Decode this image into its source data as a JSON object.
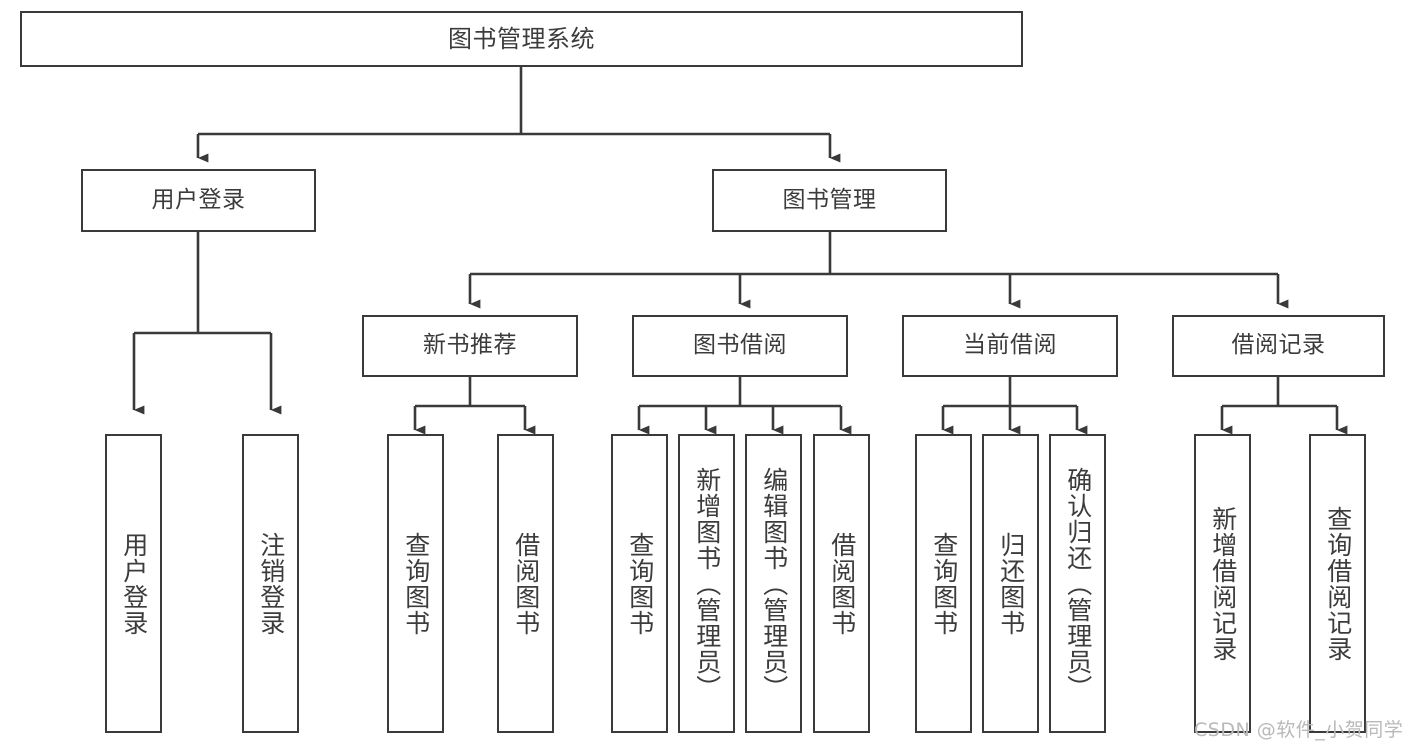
{
  "diagram": {
    "type": "tree-hierarchy",
    "title": "图书管理系统",
    "orientation": "top-down",
    "colors": {
      "box_border": "#3a3a3a",
      "box_fill": "#ffffff",
      "connector": "#3a3a3a",
      "text": "#3c3c3c",
      "watermark": "#b9b9b9",
      "background": "#ffffff"
    },
    "root": {
      "label": "图书管理系统"
    },
    "level2": [
      {
        "id": "user-login",
        "label": "用户登录"
      },
      {
        "id": "book-management",
        "label": "图书管理"
      }
    ],
    "level3": [
      {
        "id": "new-book-recommend",
        "label": "新书推荐",
        "parent": "book-management"
      },
      {
        "id": "book-borrow",
        "label": "图书借阅",
        "parent": "book-management"
      },
      {
        "id": "current-borrow",
        "label": "当前借阅",
        "parent": "book-management"
      },
      {
        "id": "borrow-record",
        "label": "借阅记录",
        "parent": "book-management"
      }
    ],
    "leaves": [
      {
        "id": "leaf-user-login",
        "label": "用户登录",
        "parent": "user-login"
      },
      {
        "id": "leaf-logout-login",
        "label": "注销登录",
        "parent": "user-login"
      },
      {
        "id": "leaf-query-book-1",
        "label": "查询图书",
        "parent": "new-book-recommend"
      },
      {
        "id": "leaf-borrow-book-1",
        "label": "借阅图书",
        "parent": "new-book-recommend"
      },
      {
        "id": "leaf-query-book-2",
        "label": "查询图书",
        "parent": "book-borrow"
      },
      {
        "id": "leaf-add-book",
        "label": "新增图书（管理员）",
        "parent": "book-borrow"
      },
      {
        "id": "leaf-edit-book",
        "label": "编辑图书（管理员）",
        "parent": "book-borrow"
      },
      {
        "id": "leaf-borrow-book-2",
        "label": "借阅图书",
        "parent": "book-borrow"
      },
      {
        "id": "leaf-query-book-3",
        "label": "查询图书",
        "parent": "current-borrow"
      },
      {
        "id": "leaf-return-book",
        "label": "归还图书",
        "parent": "current-borrow"
      },
      {
        "id": "leaf-confirm-return",
        "label": "确认归还（管理员）",
        "parent": "current-borrow"
      },
      {
        "id": "leaf-add-record",
        "label": "新增借阅记录",
        "parent": "borrow-record"
      },
      {
        "id": "leaf-query-record",
        "label": "查询借阅记录",
        "parent": "borrow-record"
      }
    ],
    "watermark": "CSDN @软件_小贺同学"
  }
}
